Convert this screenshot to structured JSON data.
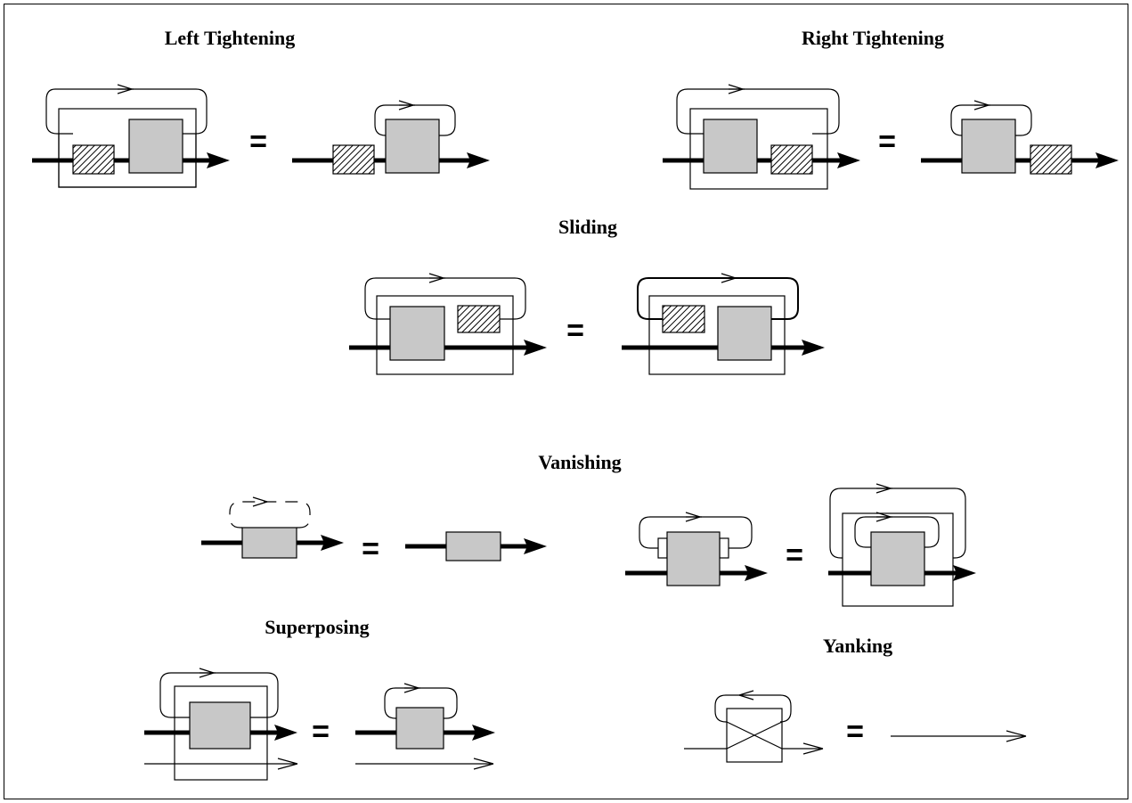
{
  "sections": {
    "left_tightening": {
      "title": "Left Tightening",
      "eq": "="
    },
    "right_tightening": {
      "title": "Right Tightening",
      "eq": "="
    },
    "sliding": {
      "title": "Sliding",
      "eq": "="
    },
    "vanishing": {
      "title": "Vanishing",
      "eq1": "=",
      "eq2": "="
    },
    "superposing": {
      "title": "Superposing",
      "eq": "="
    },
    "yanking": {
      "title": "Yanking",
      "eq": "="
    }
  }
}
